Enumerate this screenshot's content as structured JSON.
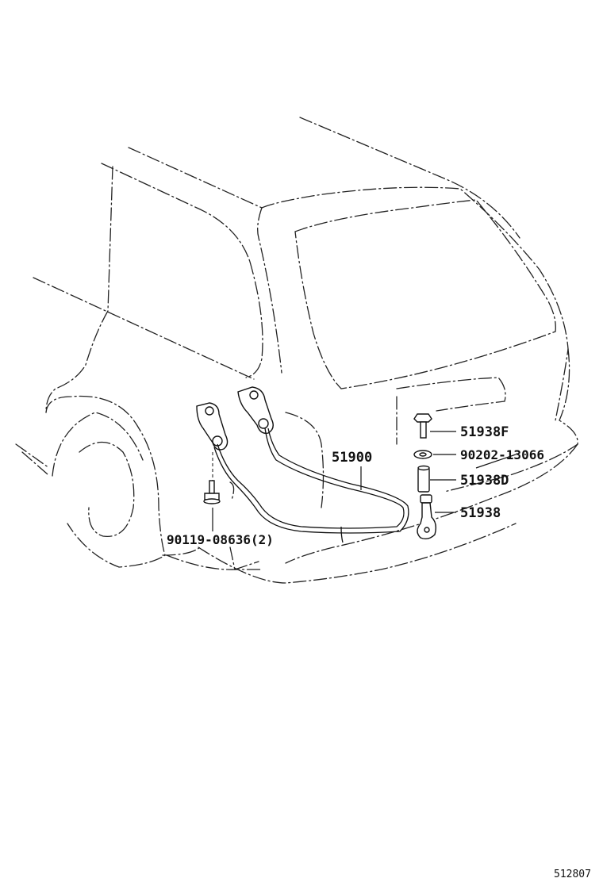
{
  "callouts": {
    "p51900": "51900",
    "p51938F": "51938F",
    "p90202": "90202-13066",
    "p51938D": "51938D",
    "p51938": "51938",
    "p90119": "90119-08636(2)"
  },
  "reference_number": "512807",
  "colors": {
    "line": "#111111",
    "background": "#ffffff"
  }
}
